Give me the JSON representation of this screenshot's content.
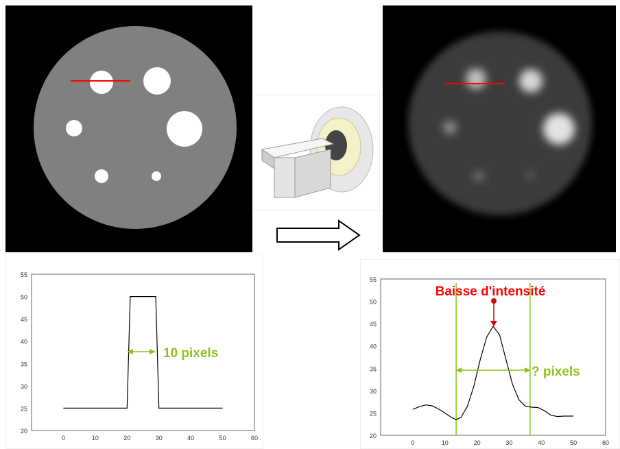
{
  "left_chart": {
    "type": "line",
    "x_ticks": [
      "0",
      "10",
      "20",
      "30",
      "40",
      "50",
      "60"
    ],
    "y_ticks": [
      "20",
      "25",
      "30",
      "35",
      "40",
      "45",
      "50",
      "55"
    ],
    "xlim": [
      -10,
      60
    ],
    "ylim": [
      20,
      55
    ],
    "series": [
      {
        "x": [
          0,
          20,
          21,
          29,
          30,
          50
        ],
        "y": [
          25,
          25,
          50,
          50,
          25,
          25
        ]
      }
    ],
    "annotation": "10 pixels",
    "annotation_color": "#8dc21f",
    "line_color": "#000000"
  },
  "right_chart": {
    "type": "line",
    "x_ticks": [
      "0",
      "10",
      "20",
      "30",
      "40",
      "50",
      "60"
    ],
    "y_ticks": [
      "20",
      "25",
      "30",
      "35",
      "40",
      "45",
      "50",
      "55"
    ],
    "xlim": [
      -10,
      60
    ],
    "ylim": [
      20,
      55
    ],
    "series": [
      {
        "x": [
          0,
          2,
          4,
          6,
          8,
          10,
          12,
          13.5,
          15,
          17,
          19,
          21,
          23,
          25,
          27,
          29,
          31,
          33,
          35,
          37,
          39,
          41,
          43,
          45,
          47,
          49,
          50
        ],
        "y": [
          25.8,
          26.4,
          26.8,
          26.6,
          25.9,
          25,
          24,
          23.5,
          24,
          26.5,
          31,
          37,
          42,
          44.4,
          42.5,
          37,
          31.5,
          28,
          26.5,
          26.3,
          26.2,
          25.5,
          24.5,
          24.2,
          24.3,
          24.3,
          24.3
        ]
      }
    ],
    "title": "Baisse d'intensité",
    "title_color": "#ff0000",
    "annotation": "? pixels",
    "annotation_color": "#8dc21f",
    "vline_x": [
      13.5,
      36.5
    ],
    "line_color": "#000000"
  }
}
